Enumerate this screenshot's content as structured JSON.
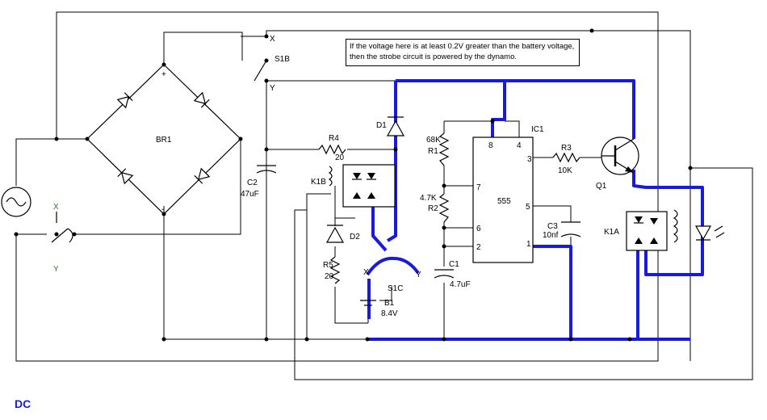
{
  "note": "If the voltage here is at least 0.2V greater than the battery voltage, then the strobe circuit is powered by the dynamo.",
  "mode": "DC",
  "labels": {
    "br1": "BR1",
    "plus": "+",
    "minus": "-",
    "s1b": "S1B",
    "s1b_x": "X",
    "s1b_y": "Y",
    "sw_x": "X",
    "sw_y": "Y",
    "c2": "C2",
    "c2_val": "47uF",
    "r4": "R4",
    "r4_val": "20",
    "k1b": "K1B",
    "d1": "D1",
    "d2": "D2",
    "r5": "R5",
    "r5_val": "20",
    "s1c": "S1C",
    "s1c_x": "X",
    "s1c_y": "Y",
    "b1": "B1",
    "b1_val": "8.4V",
    "r1_val": "68K",
    "r1": "R1",
    "r2_val": "4.7K",
    "r2": "R2",
    "c1": "C1",
    "c1_val": "4.7uF",
    "ic1": "IC1",
    "ic_name": "555",
    "pin8": "8",
    "pin4": "4",
    "pin3": "3",
    "pin7": "7",
    "pin6": "6",
    "pin5": "5",
    "pin2": "2",
    "pin1": "1",
    "c3": "C3",
    "c3_val": "10nf",
    "r3": "R3",
    "r3_val": "10K",
    "q1": "Q1",
    "k1a": "K1A"
  },
  "colors": {
    "highlight": "#1a1adc",
    "wire": "#000000"
  }
}
